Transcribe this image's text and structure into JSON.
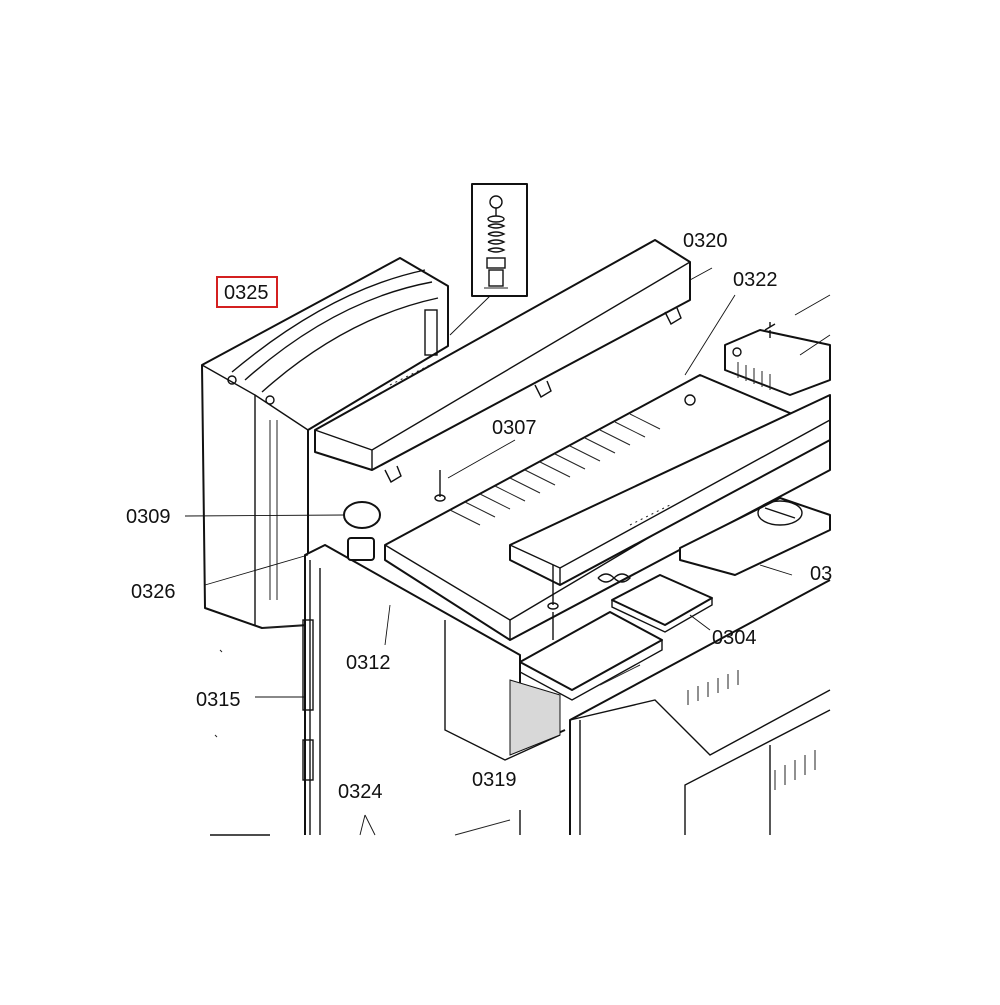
{
  "diagram": {
    "highlight_color": "#d42020",
    "line_color": "#111111",
    "background": "#ffffff",
    "callouts": {
      "p0325": "0325",
      "p0320": "0320",
      "p0322": "0322",
      "p0307": "0307",
      "p0309": "0309",
      "p0326": "0326",
      "p0312": "0312",
      "p0304": "0304",
      "p0315": "0315",
      "p0319": "0319",
      "p0324": "0324",
      "p03x": "03"
    }
  }
}
